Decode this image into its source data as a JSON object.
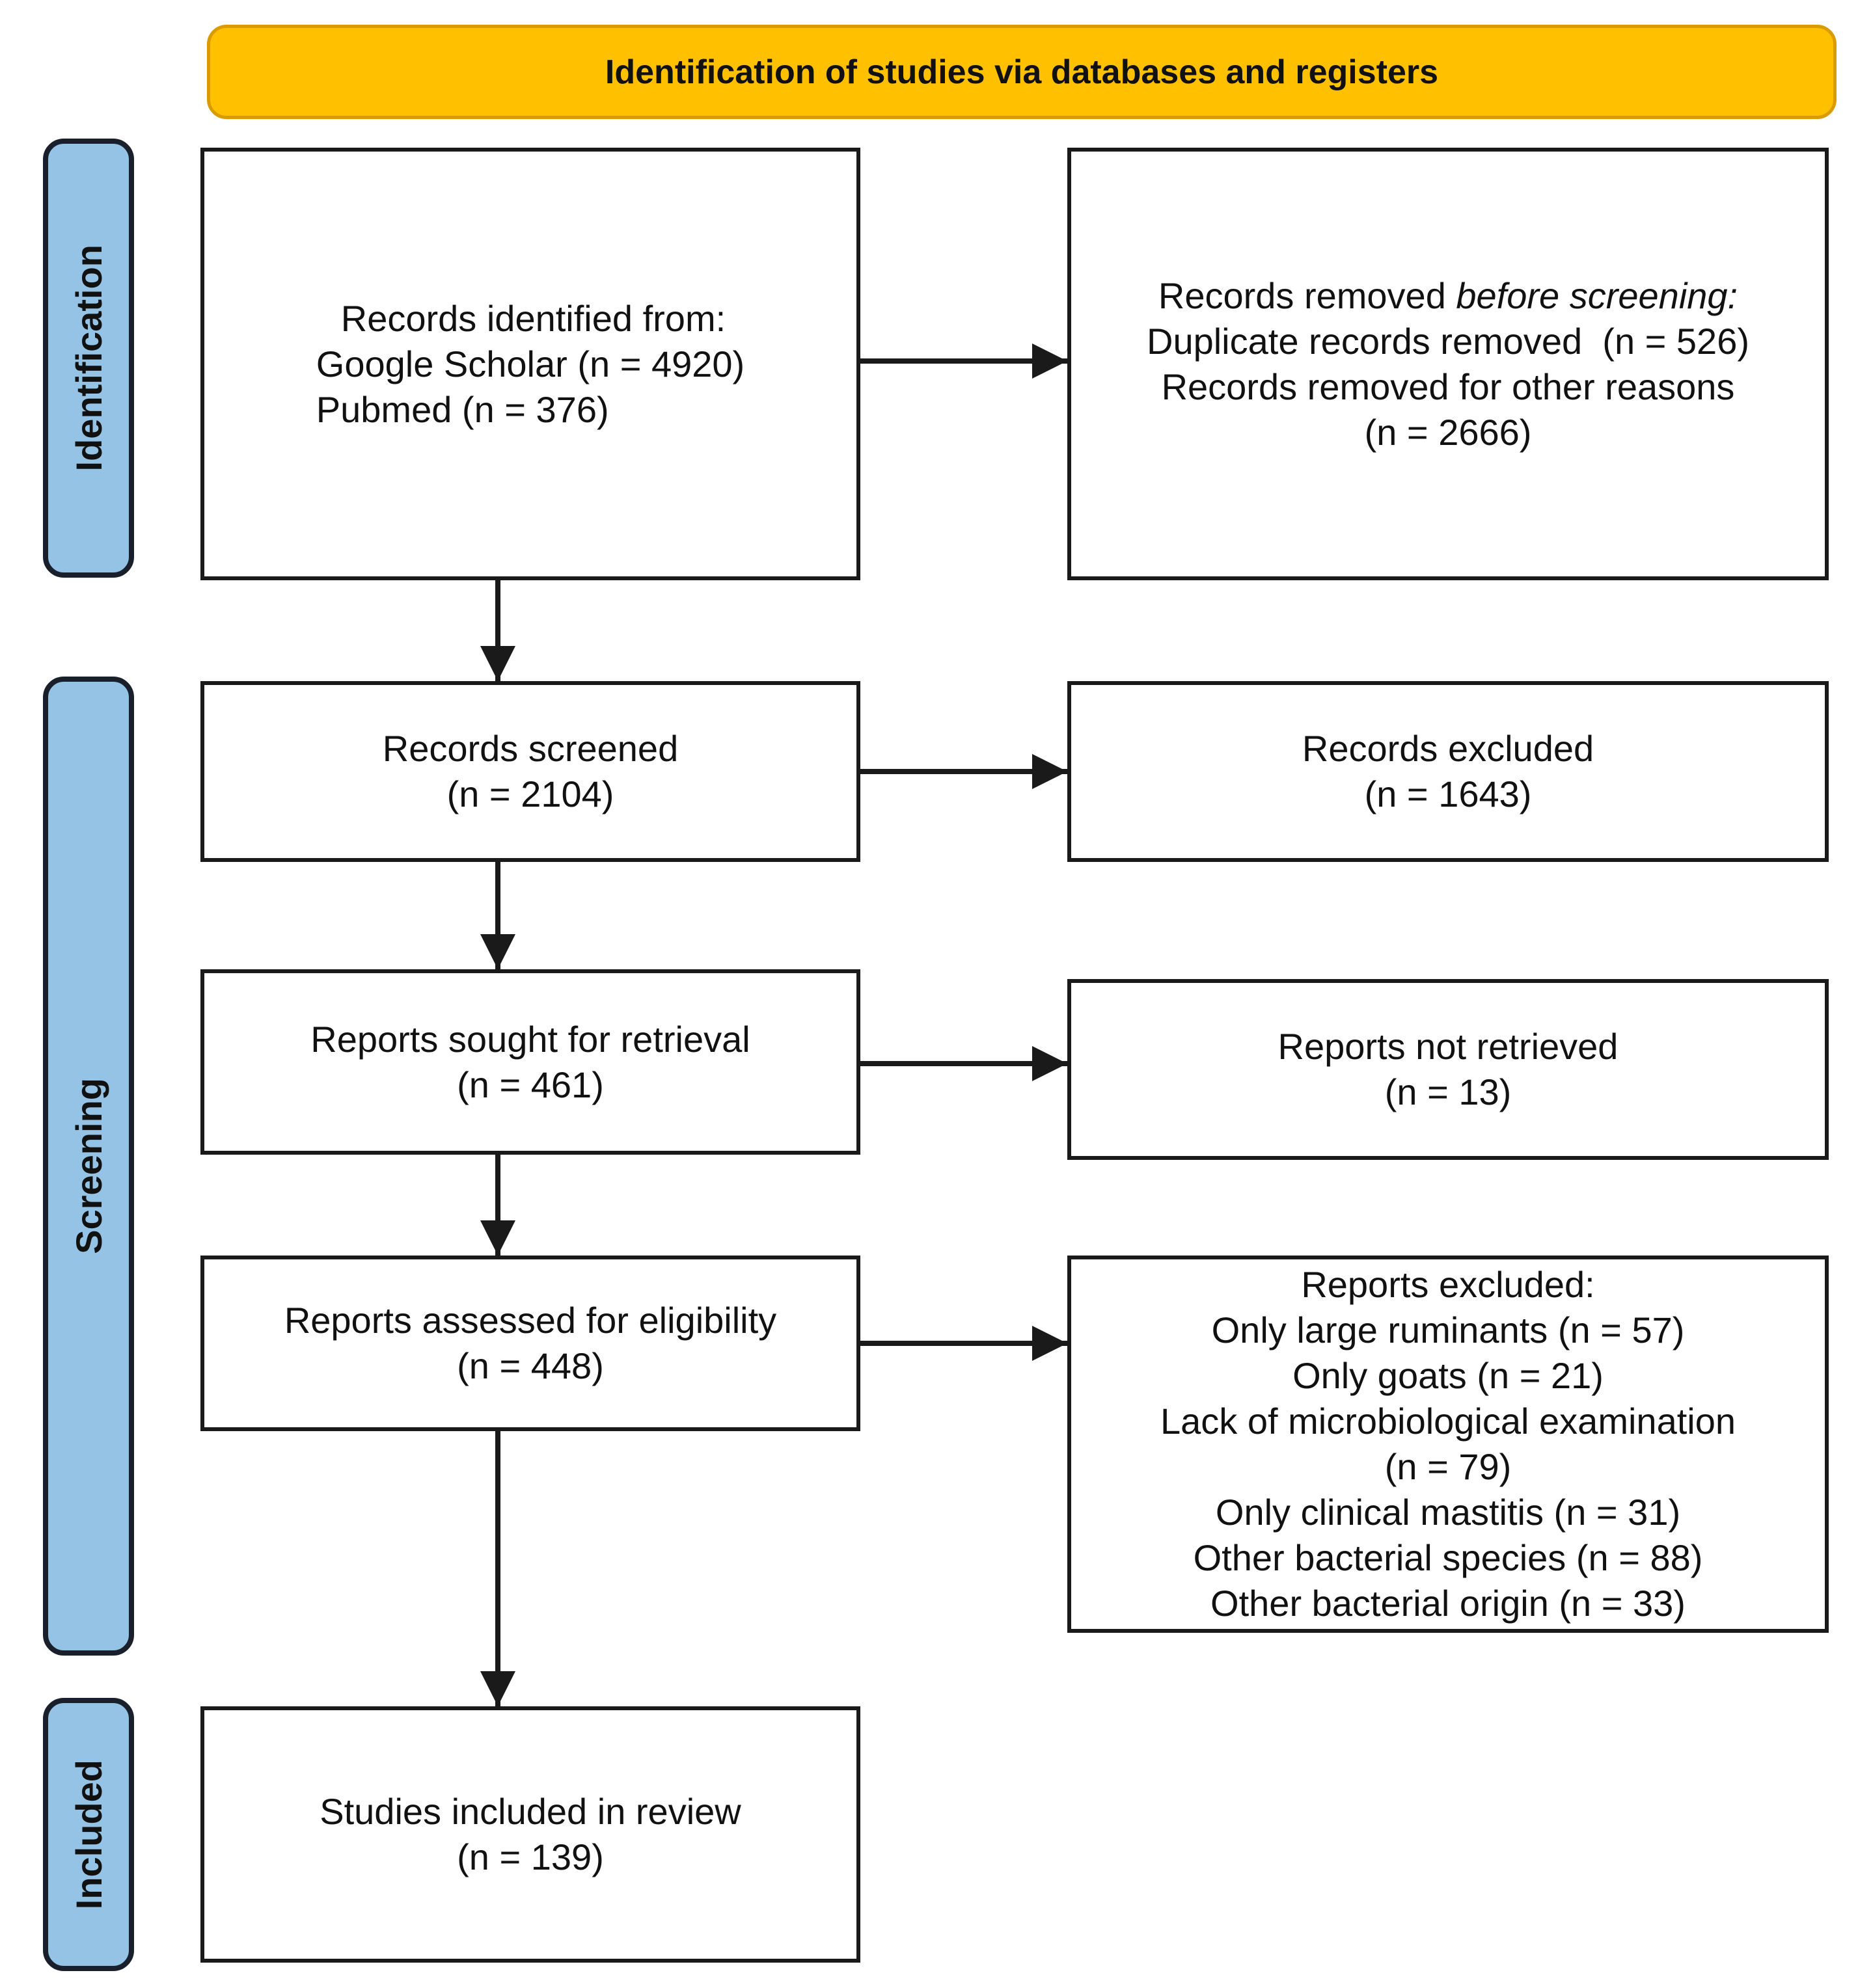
{
  "banner": {
    "label": "Identification of studies via databases and registers",
    "bg_color": "#FFC000",
    "border_color": "#D99B00"
  },
  "stages": [
    {
      "label": "Identification"
    },
    {
      "label": "Screening"
    },
    {
      "label": "Included"
    }
  ],
  "stage_style": {
    "bg_color": "#94C3E5",
    "border_color": "#19202B"
  },
  "line_color": "#1A1A1A",
  "boxes": {
    "identified": {
      "lines": [
        "Records identified from:",
        "Google Scholar (n = 4920)",
        "Pubmed (n = 376)"
      ]
    },
    "removed": {
      "line1": {
        "normal": "Records removed ",
        "italic": "before screening:"
      },
      "lines": [
        "Duplicate records removed  (n = 526)",
        "Records removed for other reasons",
        "(n = 2666)"
      ]
    },
    "screened": {
      "lines": [
        "Records screened",
        "(n = 2104)"
      ]
    },
    "excluded": {
      "lines": [
        "Records excluded",
        "(n = 1643)"
      ]
    },
    "sought": {
      "lines": [
        "Reports sought for retrieval",
        "(n = 461)"
      ]
    },
    "not_retrieved": {
      "lines": [
        "Reports not retrieved",
        "(n = 13)"
      ]
    },
    "assessed": {
      "lines": [
        "Reports assessed for eligibility",
        "(n = 448)"
      ]
    },
    "reports_excluded": {
      "lines": [
        "Reports excluded:",
        "Only large ruminants (n = 57)",
        "Only goats (n = 21)",
        "Lack of microbiological examination",
        "(n = 79)",
        "Only clinical mastitis (n = 31)",
        "Other bacterial species (n = 88)",
        "Other bacterial origin (n = 33)"
      ]
    },
    "included": {
      "lines": [
        "Studies included in review",
        "(n = 139)"
      ]
    }
  }
}
